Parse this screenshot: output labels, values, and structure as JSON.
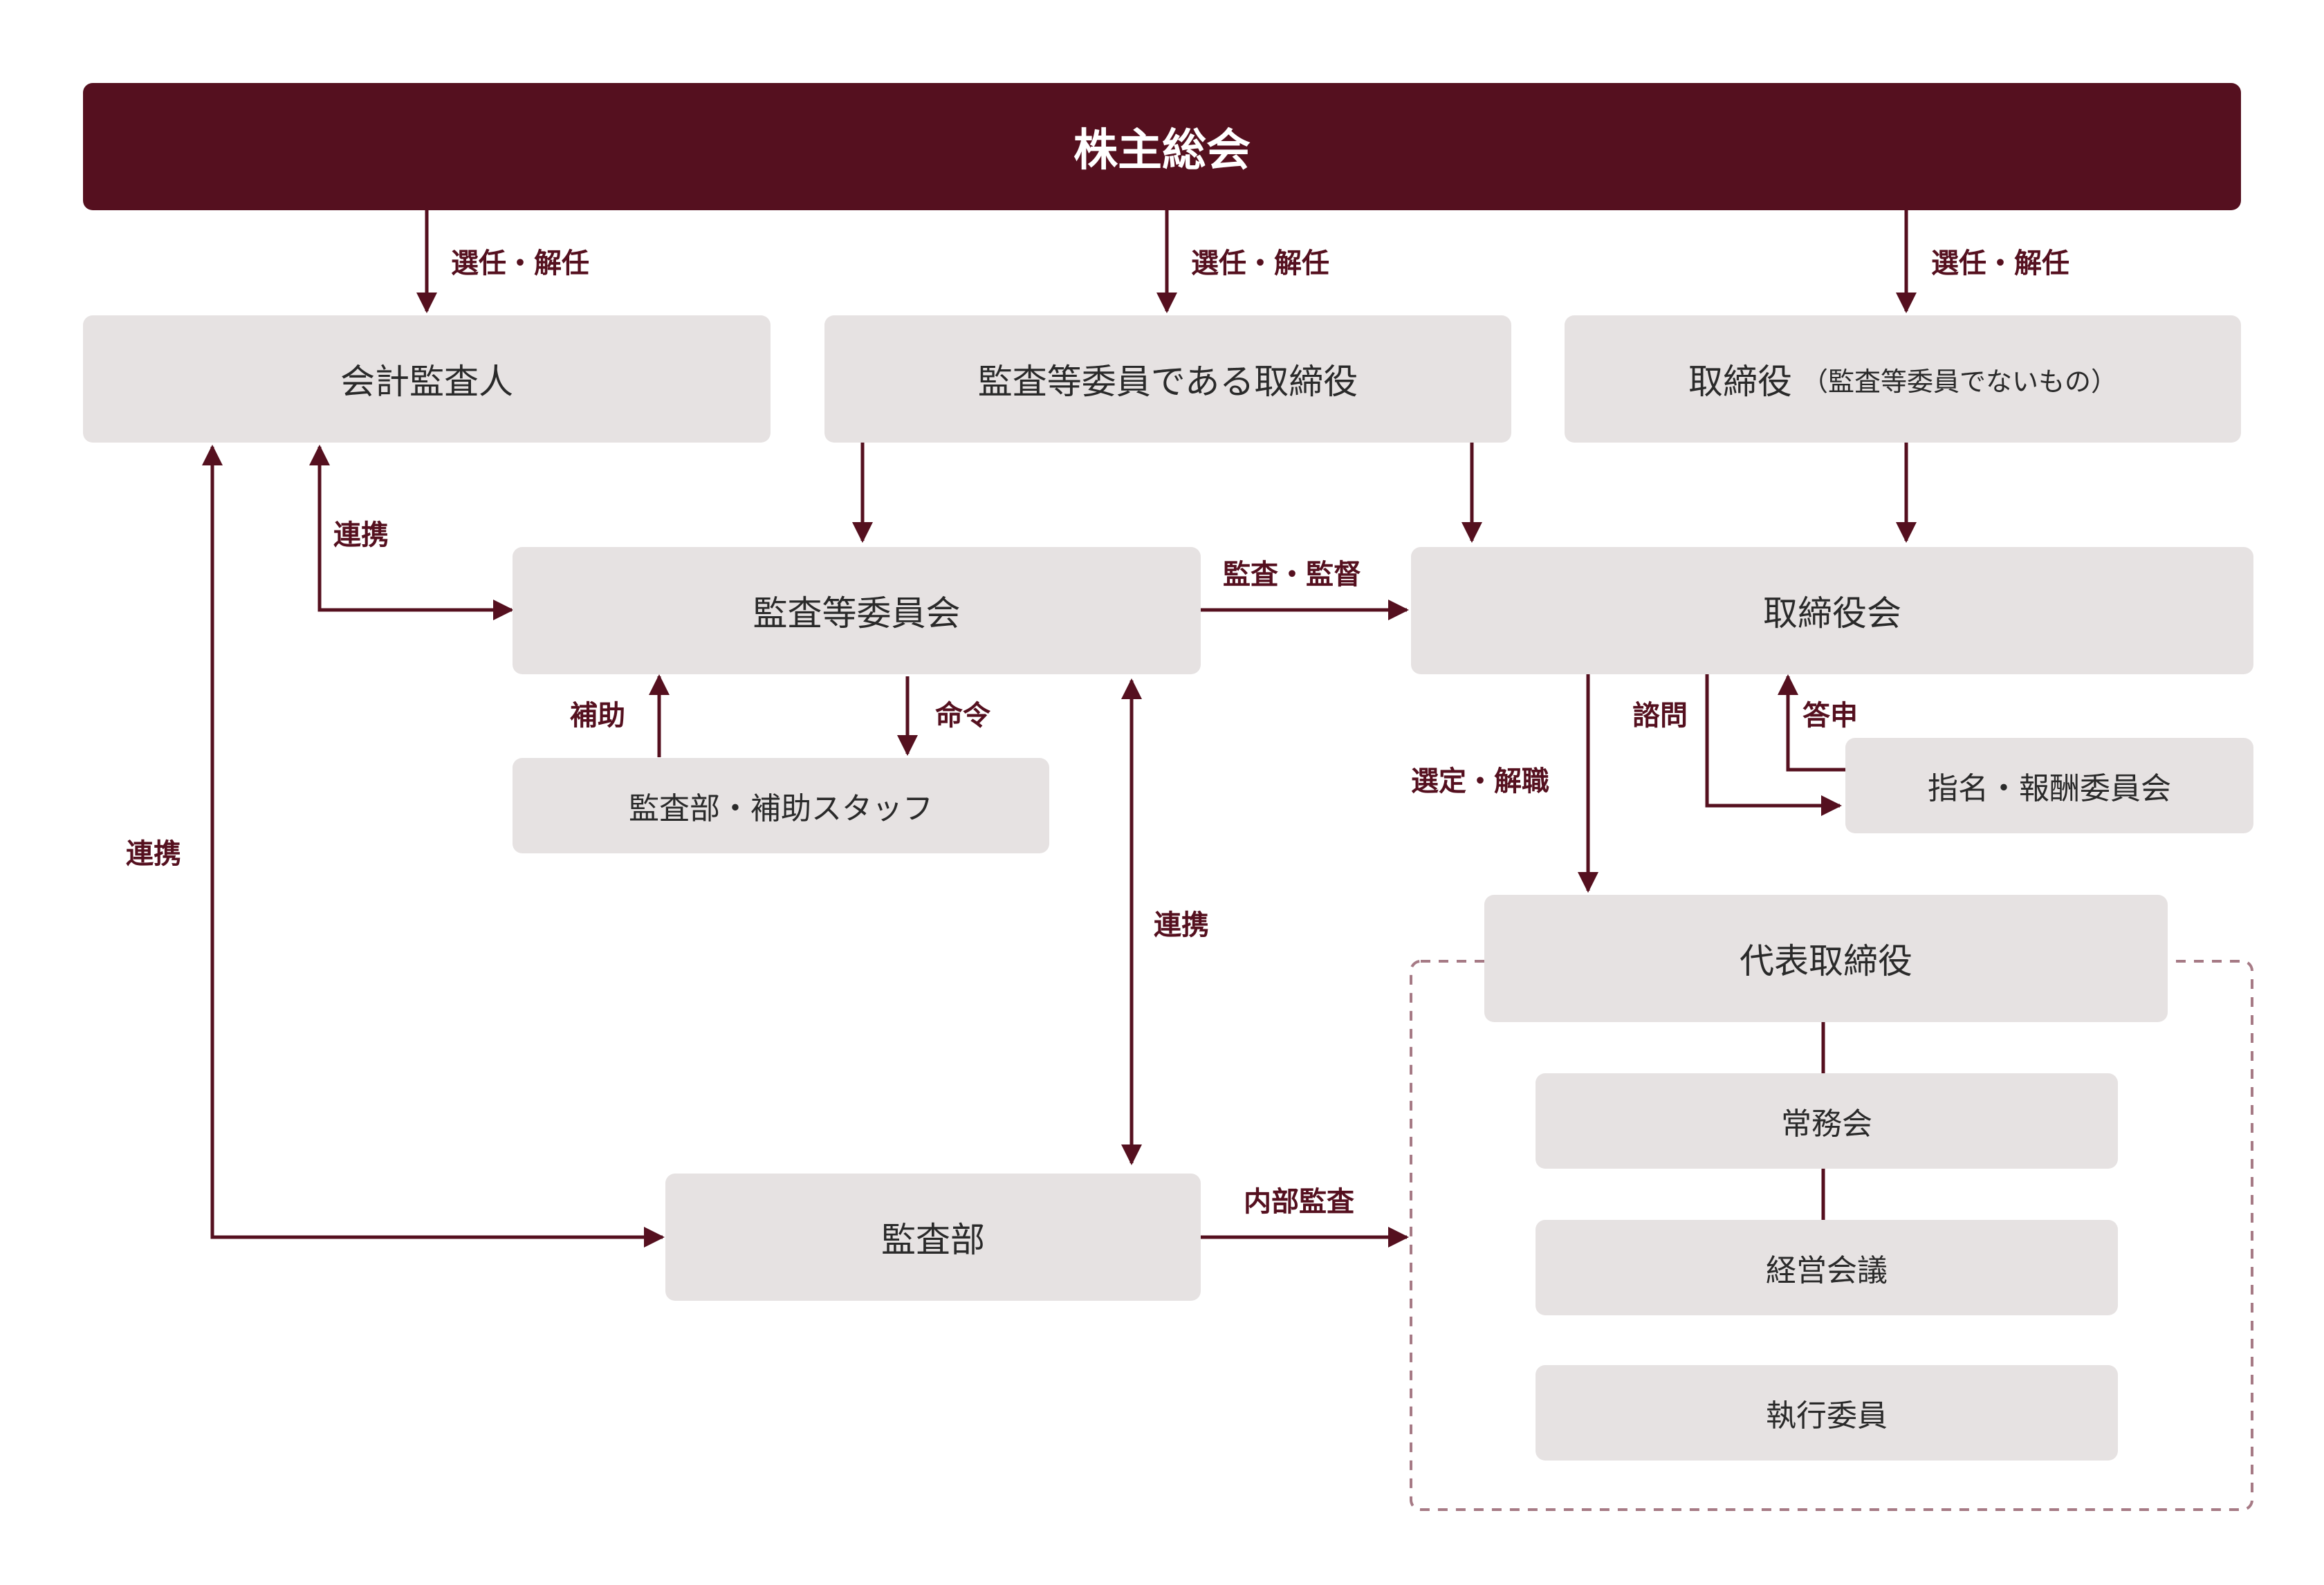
{
  "nodes": {
    "shareholders": "株主総会",
    "accounting_auditor": "会計監査人",
    "audit_directors": "監査等委員である取締役",
    "directors_main": "取締役",
    "directors_note": "（監査等委員でないもの）",
    "audit_committee": "監査等委員会",
    "board": "取締役会",
    "audit_staff": "監査部・補助スタッフ",
    "nomination_committee": "指名・報酬委員会",
    "representative_director": "代表取締役",
    "executive_committee": "常務会",
    "management_meeting": "経営会議",
    "executive_officers": "執行委員",
    "audit_department": "監査部"
  },
  "edge_labels": {
    "elect_1": "選任・解任",
    "elect_2": "選任・解任",
    "elect_3": "選任・解任",
    "link_1": "連携",
    "link_2": "連携",
    "link_3": "連携",
    "audit_supervise": "監査・監督",
    "assist": "補助",
    "order": "命令",
    "appoint": "選定・解職",
    "consult": "諮問",
    "report": "答申",
    "internal_audit": "内部監査"
  },
  "colors": {
    "accent": "#55101f",
    "box": "#e6e2e2",
    "dashed_border": "#a67a85"
  }
}
